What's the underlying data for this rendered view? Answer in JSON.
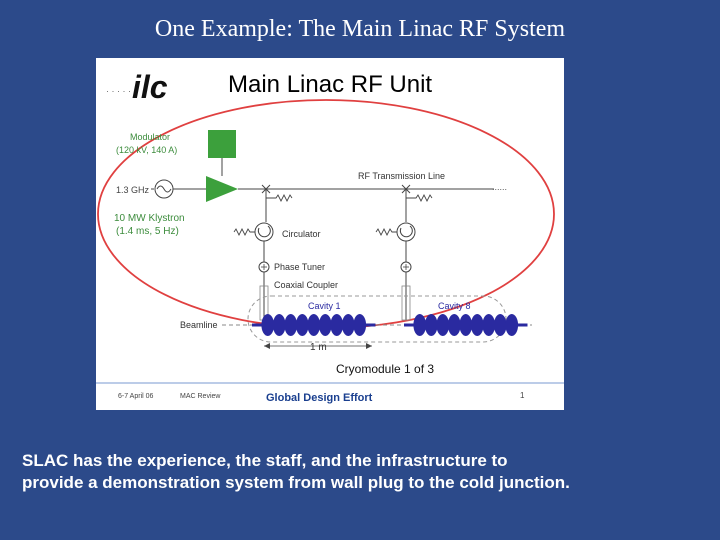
{
  "slide": {
    "title": "One Example:  The Main Linac RF System",
    "caption_line1": "SLAC has the experience, the staff, and the infrastructure to",
    "caption_line2": "provide a demonstration system from wall plug to the cold junction."
  },
  "figure": {
    "logo_dots": "· · · · ·",
    "logo_text": "ilc",
    "heading": "Main Linac RF Unit",
    "modulator_label": "Modulator",
    "modulator_spec": "(120 kV, 140 A)",
    "frequency_label": "1.3 GHz",
    "klystron_label": "10 MW Klystron",
    "klystron_spec": "(1.4 ms, 5 Hz)",
    "transmission_line_label": "RF Transmission Line",
    "transmission_line_dots": "......",
    "circulator_label": "Circulator",
    "phase_tuner_label": "Phase Tuner",
    "coaxial_coupler_label": "Coaxial Coupler",
    "cavity_1_label": "Cavity 1",
    "cavity_8_label": "Cavity 8",
    "beamline_label": "Beamline",
    "length_label": "1 m",
    "cryomodule_label": "Cryomodule 1 of 3",
    "footer_date": "6-7 April 06",
    "footer_event": "MAC Review",
    "footer_center": "Global Design Effort",
    "footer_page": "1",
    "colors": {
      "background": "#2c4a8a",
      "green": "#3ca03c",
      "cavity": "#2a2aa0",
      "ellipse": "#e04040",
      "label_green": "#3c8c3c",
      "footer_blue": "#1a3f8f"
    }
  }
}
